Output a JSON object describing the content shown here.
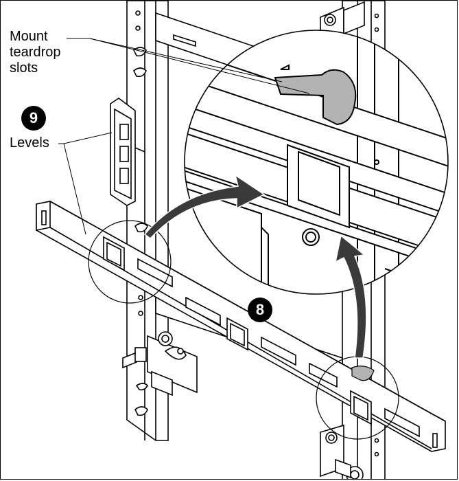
{
  "labels": {
    "mount_slots_line1": "Mount",
    "mount_slots_line2": "teardrop",
    "mount_slots_line3": "slots",
    "levels": "Levels"
  },
  "callouts": {
    "step_9": "9",
    "step_8": "8"
  },
  "colors": {
    "line": "#000000",
    "fill": "#ffffff",
    "accent_gray": "#b3b3b3",
    "arrow": "#3a3a3a"
  }
}
